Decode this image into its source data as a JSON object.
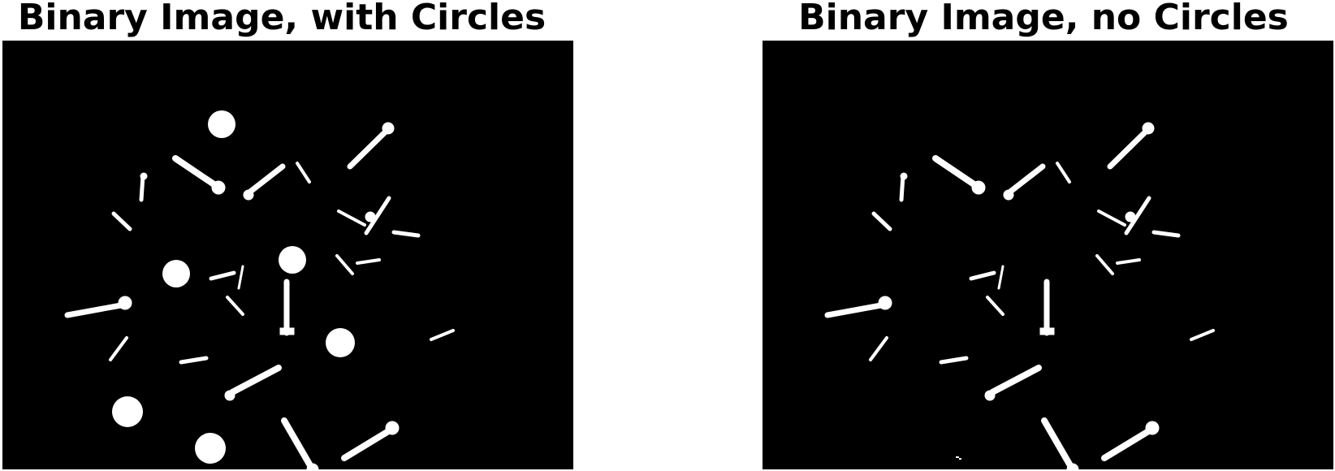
{
  "panels": [
    {
      "id": "left",
      "title": "Binary Image, with Circles",
      "shows_circles": true
    },
    {
      "id": "right",
      "title": "Binary Image, no Circles",
      "shows_circles": false
    }
  ],
  "colors": {
    "background": "#000000",
    "foreground": "#ffffff"
  }
}
